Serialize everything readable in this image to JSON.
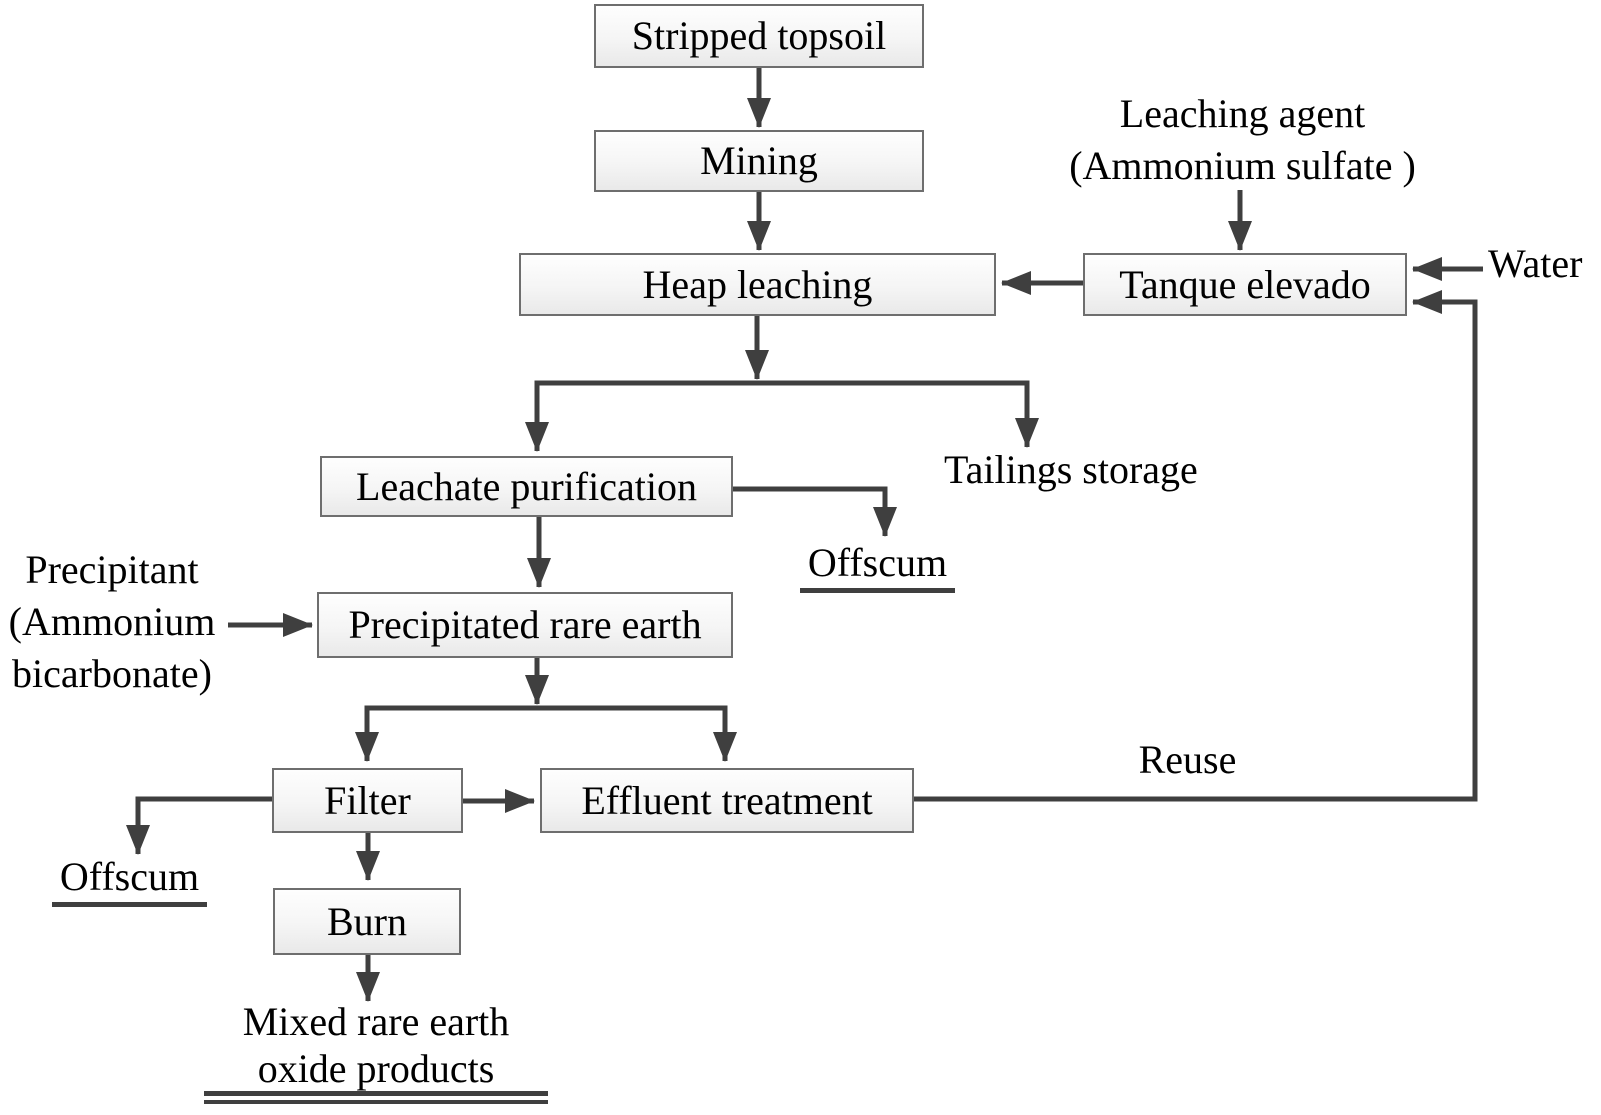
{
  "diagram": {
    "type": "flowchart",
    "description": "Rare earth heap-leaching process flow diagram",
    "nodes": {
      "stripped_topsoil": {
        "label": "Stripped topsoil"
      },
      "mining": {
        "label": "Mining"
      },
      "heap_leaching": {
        "label": "Heap leaching"
      },
      "tanque_elevado": {
        "label": "Tanque elevado"
      },
      "leachate_purification": {
        "label": "Leachate purification"
      },
      "precipitated_rare_earth": {
        "label": "Precipitated rare earth"
      },
      "filter": {
        "label": "Filter"
      },
      "effluent_treatment": {
        "label": "Effluent treatment"
      },
      "burn": {
        "label": "Burn"
      }
    },
    "labels": {
      "leaching_agent_line1": "Leaching agent",
      "leaching_agent_line2": "(Ammonium sulfate )",
      "water": "Water",
      "tailings_storage": "Tailings storage",
      "offscum_top": "Offscum",
      "precipitant_line1": "Precipitant",
      "precipitant_line2": "(Ammonium",
      "precipitant_line3": "bicarbonate)",
      "offscum_left": "Offscum",
      "reuse": "Reuse",
      "mixed_products_line1": "Mixed rare earth",
      "mixed_products_line2": "oxide products"
    },
    "edges": [
      "Stripped topsoil -> Mining",
      "Mining -> Heap leaching",
      "Leaching agent (Ammonium sulfate) -> Tanque elevado",
      "Water -> Tanque elevado",
      "Tanque elevado -> Heap leaching",
      "Heap leaching -> Leachate purification",
      "Heap leaching -> Tailings storage",
      "Leachate purification -> Offscum",
      "Leachate purification -> Precipitated rare earth",
      "Precipitant (Ammonium bicarbonate) -> Precipitated rare earth",
      "Precipitated rare earth -> Filter",
      "Precipitated rare earth -> Effluent treatment",
      "Filter -> Offscum",
      "Filter -> Effluent treatment",
      "Filter -> Burn",
      "Effluent treatment -> Tanque elevado (Reuse)",
      "Burn -> Mixed rare earth oxide products"
    ],
    "colors": {
      "background": "#ffffff",
      "line": "#3f3f3f",
      "box_border": "#6e6e6e",
      "box_fill_top": "#fefefe",
      "box_fill_bottom": "#e9e9e9",
      "text": "#000000"
    }
  }
}
